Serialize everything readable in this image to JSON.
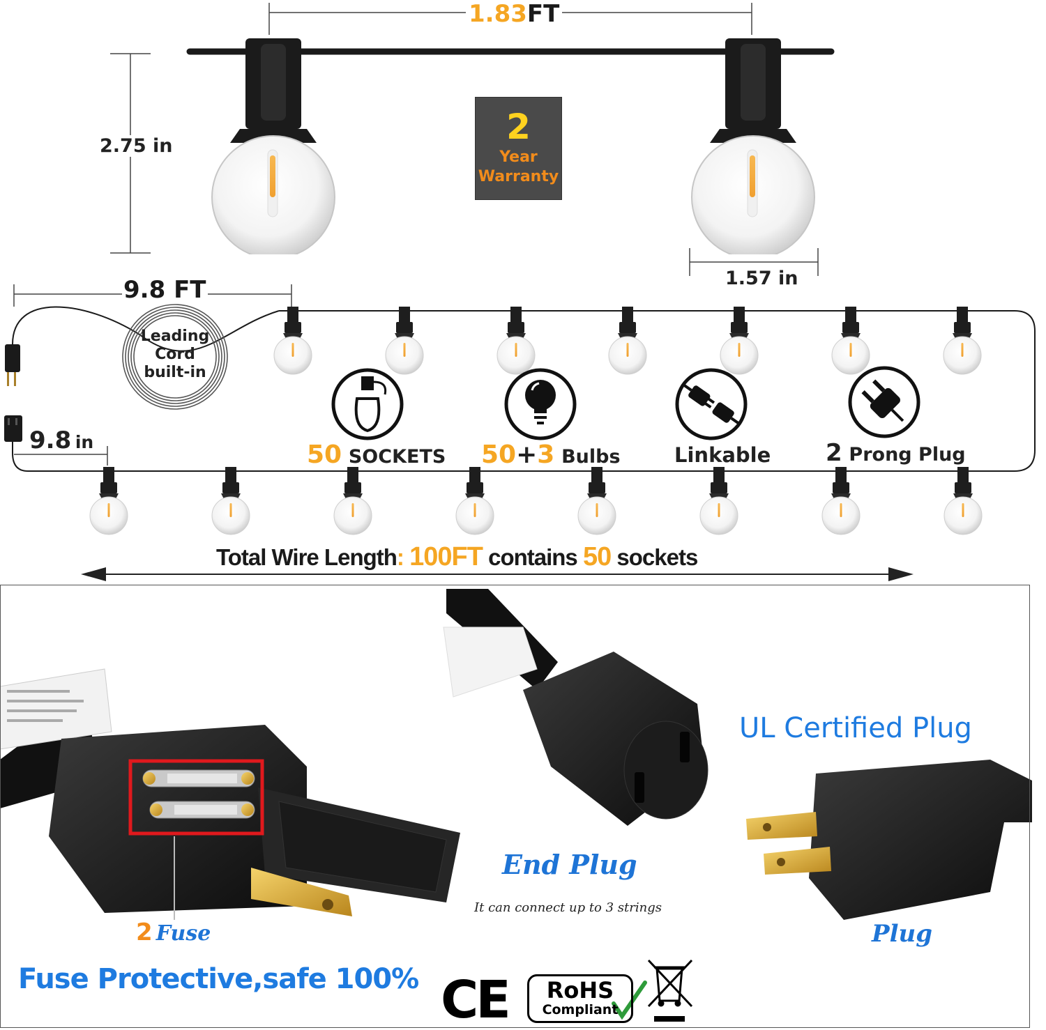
{
  "dimensions": {
    "spacing_value": "1.83",
    "spacing_unit": "FT",
    "bulb_height": "2.75 in",
    "bulb_width": "1.57 in",
    "leading_cord_length": "9.8 FT",
    "end_cord_length_value": "9.8",
    "end_cord_length_unit": "in"
  },
  "warranty": {
    "number": "2",
    "line1": "Year",
    "line2": "Warranty"
  },
  "leading_cord": {
    "line1": "Leading",
    "line2": "Cord",
    "line3": "built-in"
  },
  "features": [
    {
      "icon": "socket-icon",
      "highlight": "50",
      "label": "SOCKETS"
    },
    {
      "icon": "bulb-icon",
      "highlight1": "50",
      "plus": "+",
      "highlight2": "3",
      "label": "Bulbs"
    },
    {
      "icon": "linkable-icon",
      "label": "Linkable"
    },
    {
      "icon": "plug-icon",
      "highlight": "2",
      "label": "Prong Plug"
    }
  ],
  "total_wire": {
    "prefix": "Total Wire Length",
    "colon": ":",
    "length": "100FT",
    "middle": "contains",
    "count": "50",
    "suffix": "sockets"
  },
  "fuse_panel": {
    "count": "2",
    "fuse_label": "Fuse",
    "headline": "Fuse Protective,safe 100%",
    "fuse_box_color": "#e0191d"
  },
  "end_plug_panel": {
    "title": "End Plug",
    "caption": "It can connect up to 3 strings"
  },
  "plug_panel": {
    "headline": "UL Certified Plug",
    "title": "Plug"
  },
  "certifications": {
    "ce": "CE",
    "rohs_line1": "RoHS",
    "rohs_line2": "Compliant",
    "weee": "crossed-bin-icon"
  },
  "colors": {
    "accent_orange": "#f5a623",
    "warranty_yellow": "#ffd21f",
    "headline_blue": "#1e7be0",
    "wire_black": "#1a1a1a"
  }
}
